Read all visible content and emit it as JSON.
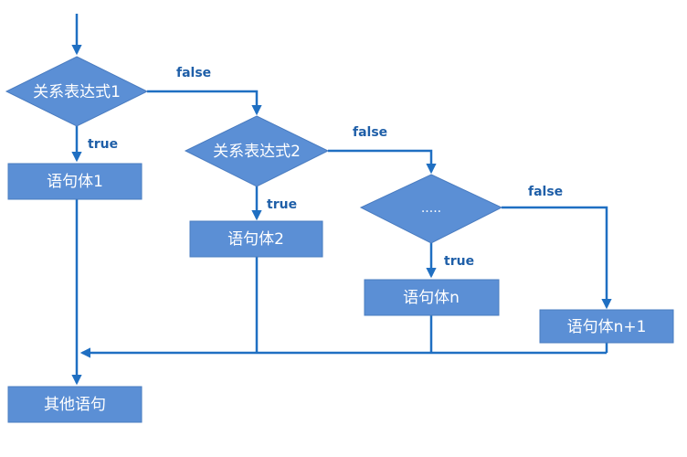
{
  "colors": {
    "shape_fill": "#5b8fd5",
    "connector": "#1f6fc2",
    "edge_label": "#1f5fa8",
    "text_on_shape": "#ffffff"
  },
  "nodes": {
    "cond1": "关系表达式1",
    "cond2": "关系表达式2",
    "cond3": ".....",
    "body1": "语句体1",
    "body2": "语句体2",
    "bodyn": "语句体n",
    "bodyn1": "语句体n+1",
    "other": "其他语句"
  },
  "edges": {
    "false1": "false",
    "false2": "false",
    "false3": "false",
    "true1": "true",
    "true2": "true",
    "true3": "true"
  }
}
